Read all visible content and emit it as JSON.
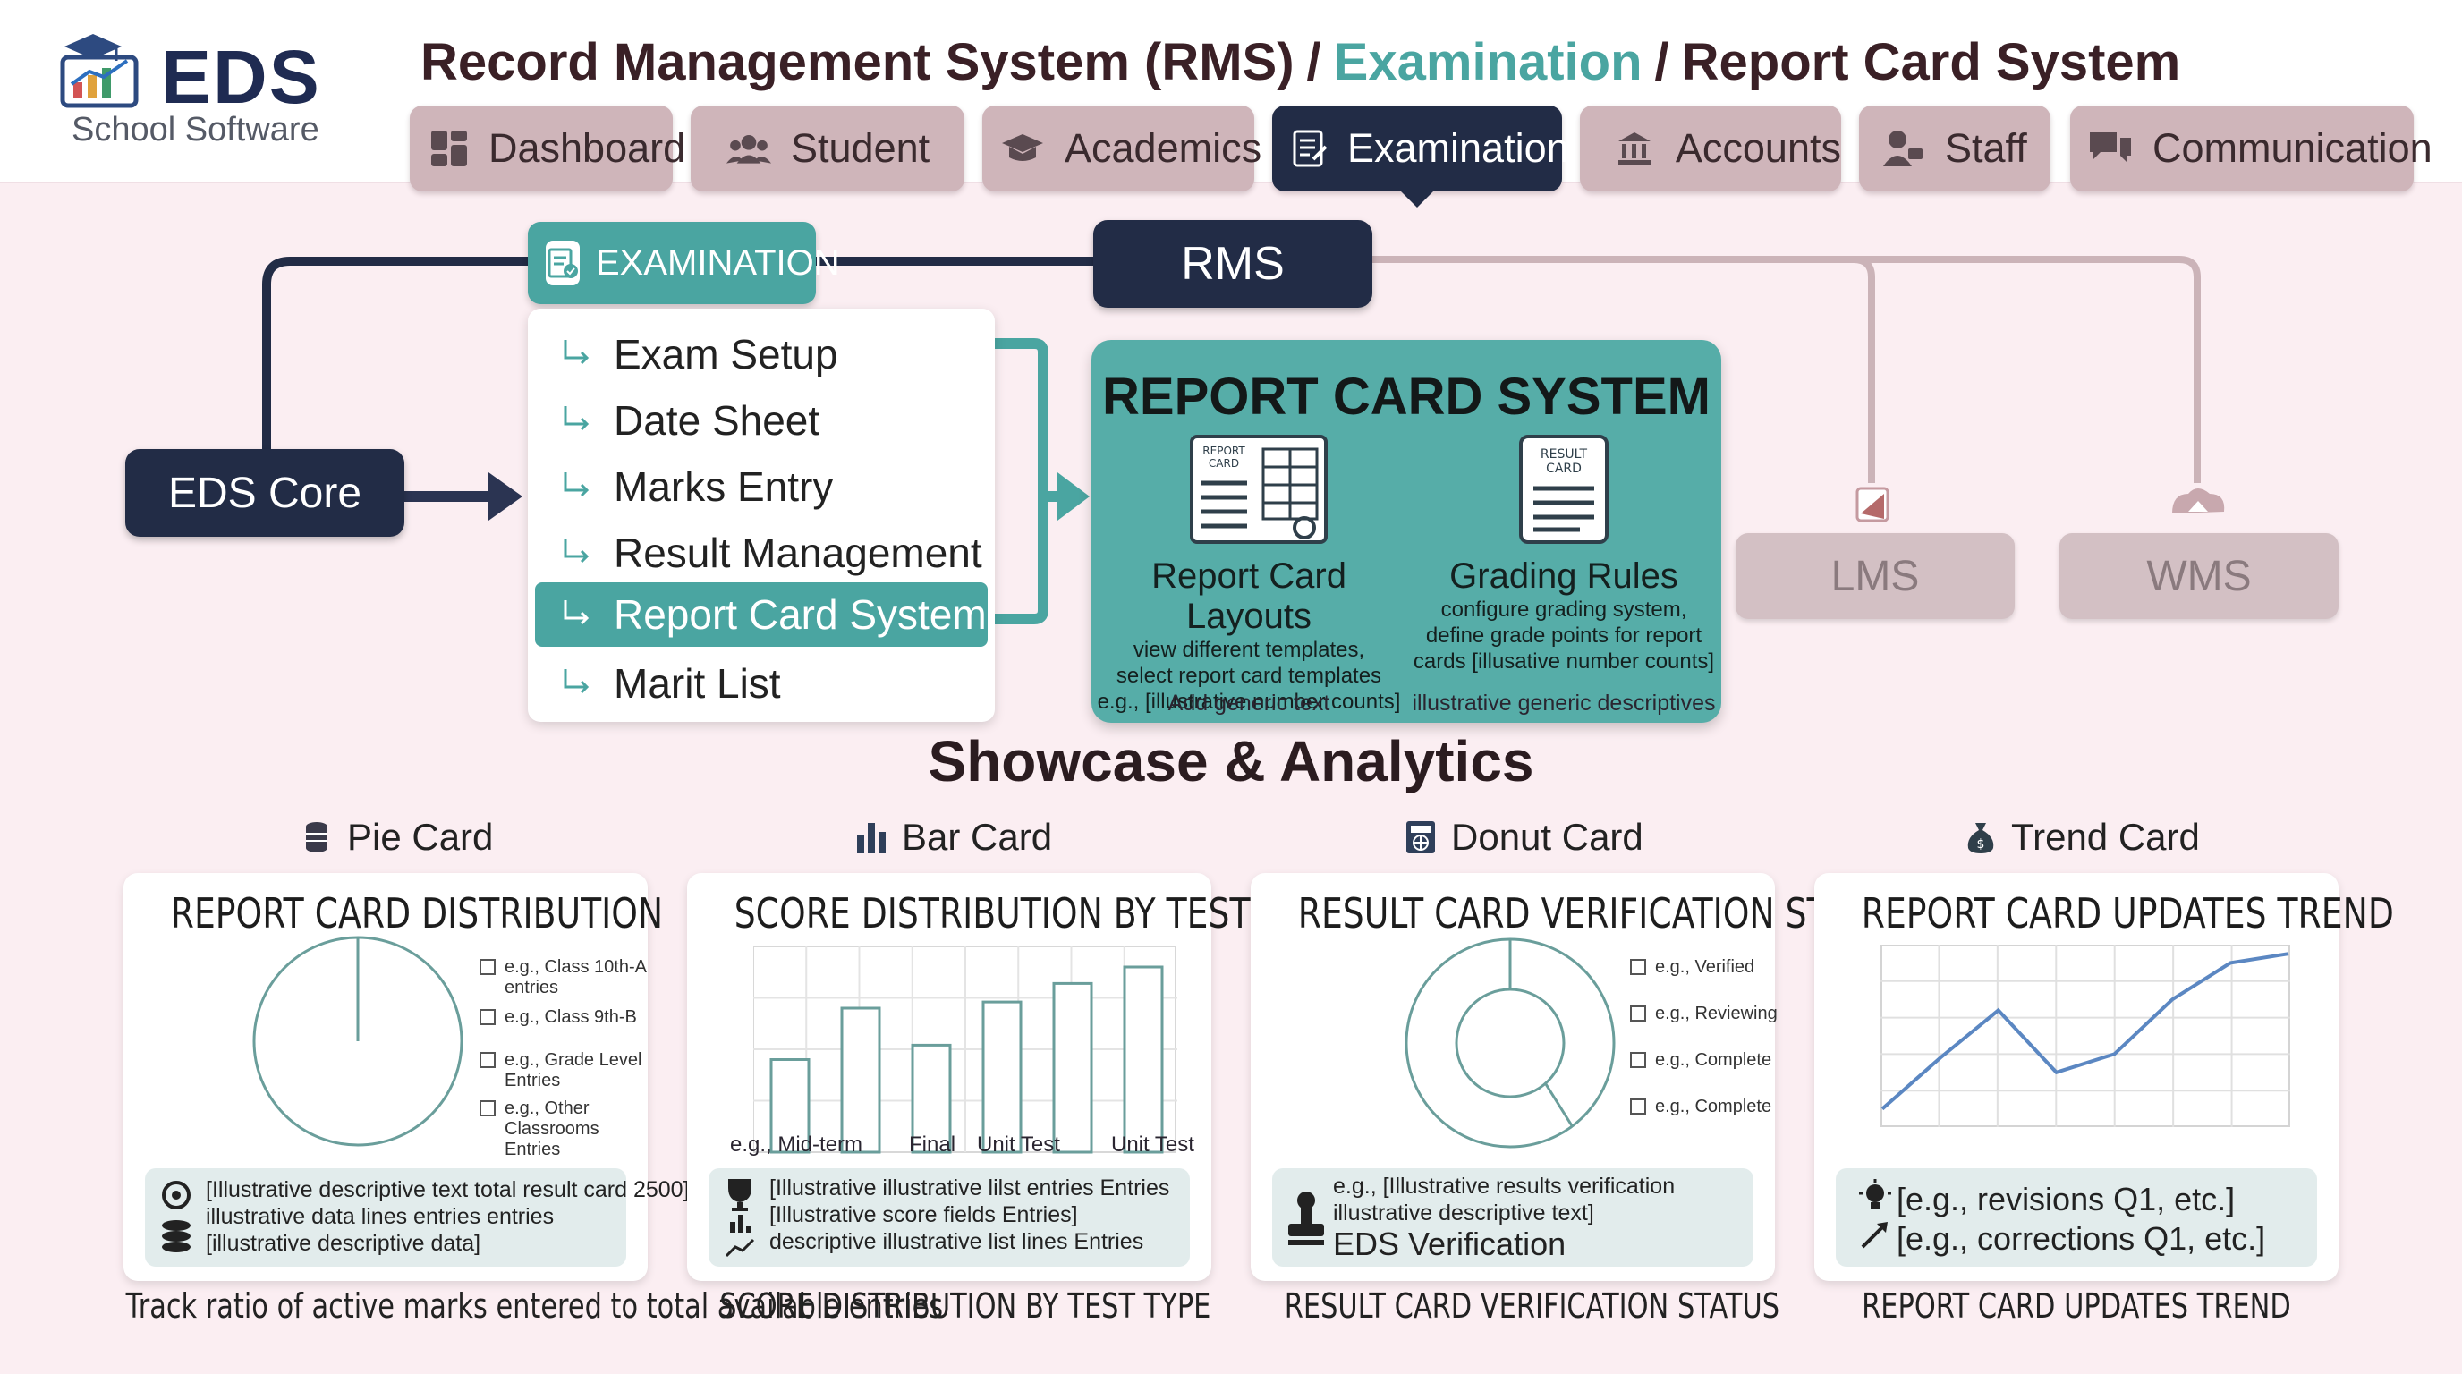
{
  "brand": {
    "name": "EDS",
    "subtitle": "School Software"
  },
  "breadcrumb": {
    "root": "Record Management System (RMS)",
    "sep": "/",
    "current": "Examination",
    "leaf": "Report Card System"
  },
  "nav": [
    {
      "label": "Dashboard",
      "icon": "dashboard-icon"
    },
    {
      "label": "Student",
      "icon": "users-icon"
    },
    {
      "label": "Academics",
      "icon": "graduation-cap-icon"
    },
    {
      "label": "Examination",
      "icon": "exam-sheet-icon",
      "active": true
    },
    {
      "label": "Accounts",
      "icon": "bank-icon"
    },
    {
      "label": "Staff",
      "icon": "staff-icon"
    },
    {
      "label": "Communication",
      "icon": "chat-icon"
    }
  ],
  "diagram": {
    "core": "EDS Core",
    "exam_header": "EXAMINATION",
    "rms": "RMS",
    "lms": "LMS",
    "wms": "WMS",
    "menu": [
      "Exam Setup",
      "Date Sheet",
      "Marks Entry",
      "Result Management",
      "Report Card System",
      "Marit List"
    ],
    "menu_active_index": 4
  },
  "report_card_system": {
    "title": "REPORT CARD SYSTEM",
    "icon_label_1a": "REPORT",
    "icon_label_1b": "CARD",
    "icon_label_2a": "RESULT",
    "icon_label_2b": "CARD",
    "layouts": {
      "heading": "Report Card Layouts",
      "line1": "view different templates,",
      "line2": "select report card templates",
      "line3": "e.g., [illustrative number counts]",
      "footer": "Add generic text"
    },
    "grading": {
      "heading": "Grading Rules",
      "line1": "configure grading system,",
      "line2": "define grade points for report",
      "line3": "cards [illusative number counts]",
      "footer": "illustrative generic descriptives"
    }
  },
  "showcase_title": "Showcase & Analytics",
  "cards": [
    {
      "label": "Pie Card",
      "title": "REPORT CARD DISTRIBUTION",
      "legend": [
        {
          "line1": "e.g., Class 10th-A",
          "line2": "entries"
        },
        {
          "line1": "e.g., Class 9th-B",
          "line2": ""
        },
        {
          "line1": "e.g., Grade Level",
          "line2": "Entries"
        },
        {
          "line1": "e.g., Other",
          "line2": "Classrooms Entries"
        }
      ],
      "info": [
        "[Illustrative descriptive text total result card 2500]",
        "illustrative data lines entries entries",
        "[illustrative descriptive data]"
      ],
      "caption": "Track ratio of active marks entered to total available entries"
    },
    {
      "label": "Bar Card",
      "title": "SCORE DISTRIBUTION BY TEST TYPE",
      "xlabels": [
        "e.g., Mid-term",
        "Final",
        "Unit Test",
        "Unit Test"
      ],
      "info": [
        "[Illustrative illustrative lilst entries Entries",
        "[Illustrative score fields Entries]",
        "descriptive illustrative list lines Entries"
      ],
      "caption": "SCORE DISTRIBUTION BY TEST TYPE"
    },
    {
      "label": "Donut Card",
      "title": "RESULT CARD VERIFICATION STATUS",
      "legend": [
        "e.g., Verified",
        "e.g., Reviewing",
        "e.g., Complete",
        "e.g., Complete"
      ],
      "info": [
        "e.g., [Illustrative results verification",
        "illustrative descriptive text]",
        "EDS Verification"
      ],
      "caption": "RESULT CARD VERIFICATION STATUS"
    },
    {
      "label": "Trend Card",
      "title": "REPORT CARD UPDATES TREND",
      "info": [
        "[e.g., revisions Q1, etc.]",
        "[e.g., corrections Q1, etc.]"
      ],
      "caption": "REPORT CARD UPDATES TREND"
    }
  ],
  "chart_data": [
    {
      "type": "pie",
      "title": "REPORT CARD DISTRIBUTION",
      "labels": [
        "e.g., Class 10th-A entries",
        "e.g., Class 9th-B",
        "e.g., Grade Level Entries",
        "e.g., Other Classrooms Entries"
      ],
      "values": []
    },
    {
      "type": "bar",
      "title": "SCORE DISTRIBUTION BY TEST TYPE",
      "categories": [
        "e.g., Mid-term",
        "",
        "Final",
        "Unit Test",
        "",
        "Unit Test"
      ],
      "values": [
        45,
        70,
        52,
        73,
        82,
        90
      ],
      "ylim": [
        0,
        100
      ]
    },
    {
      "type": "pie",
      "title": "RESULT CARD VERIFICATION STATUS",
      "labels": [
        "e.g., Verified",
        "e.g., Reviewing",
        "e.g., Complete",
        "e.g., Complete"
      ],
      "values": []
    },
    {
      "type": "line",
      "title": "REPORT CARD UPDATES TREND",
      "x": [
        1,
        2,
        3,
        4,
        5,
        6,
        7,
        8
      ],
      "y": [
        10,
        38,
        64,
        30,
        40,
        70,
        90,
        95
      ],
      "ylim": [
        0,
        100
      ]
    }
  ]
}
